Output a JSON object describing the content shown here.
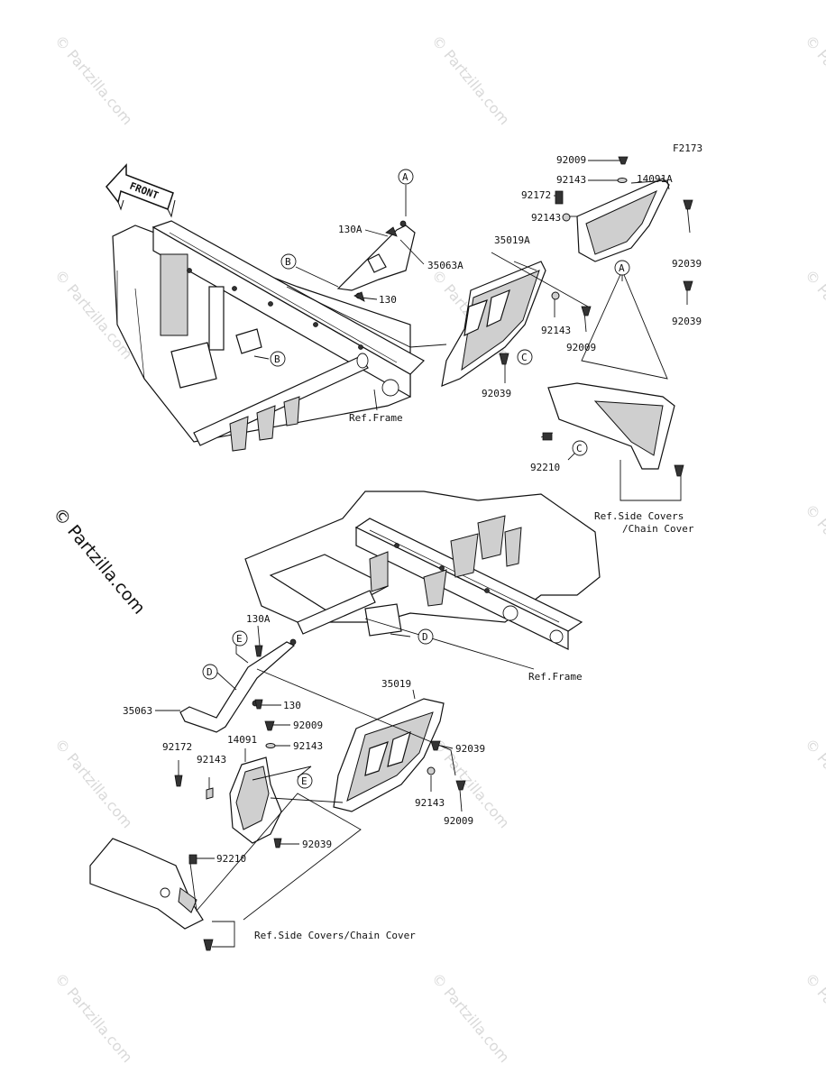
{
  "figure_code": "F2173",
  "front_label": "FRONT",
  "watermark": "© Partzilla.com",
  "callouts": [
    "A",
    "B",
    "C",
    "D",
    "E"
  ],
  "top_assembly": {
    "labels": [
      "92009",
      "92143",
      "14091A",
      "92172",
      "92143",
      "92039",
      "92039",
      "130A",
      "35063A",
      "35019A",
      "130",
      "92143",
      "92009",
      "92039",
      "92210"
    ],
    "ref_frame": "Ref.Frame",
    "ref_side_line1": "Ref.Side Covers",
    "ref_side_line2": "/Chain Cover"
  },
  "bottom_assembly": {
    "labels": [
      "130A",
      "35063",
      "130",
      "35019",
      "92009",
      "92143",
      "92172",
      "14091",
      "92143",
      "92039",
      "92143",
      "92009",
      "92039",
      "92210"
    ],
    "ref_frame": "Ref.Frame",
    "ref_side": "Ref.Side Covers/Chain Cover"
  }
}
